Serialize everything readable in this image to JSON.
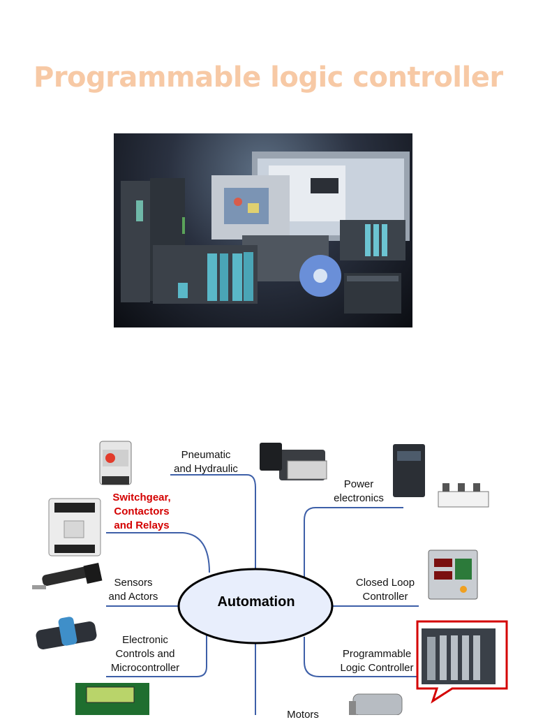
{
  "slide": {
    "title": "Programmable logic controller"
  },
  "mindmap": {
    "center": "Automation",
    "branches": {
      "pneumatic": {
        "line1": "Pneumatic",
        "line2": "and Hydraulic"
      },
      "power": {
        "line1": "Power",
        "line2": "electronics"
      },
      "switchgear": {
        "line1": "Switchgear,",
        "line2": "Contactors",
        "line3": "and Relays"
      },
      "sensors": {
        "line1": "Sensors",
        "line2": "and Actors"
      },
      "closed_loop": {
        "line1": "Closed Loop",
        "line2": "Controller"
      },
      "electronic": {
        "line1": "Electronic",
        "line2": "Controls and",
        "line3": "Microcontroller"
      },
      "plc": {
        "line1": "Programmable",
        "line2": "Logic Controller"
      },
      "motors": {
        "line1": "Motors"
      }
    },
    "colors": {
      "connector": "#3d5fa8",
      "center_fill": "#e8eefc",
      "highlight": "#d40000"
    }
  }
}
